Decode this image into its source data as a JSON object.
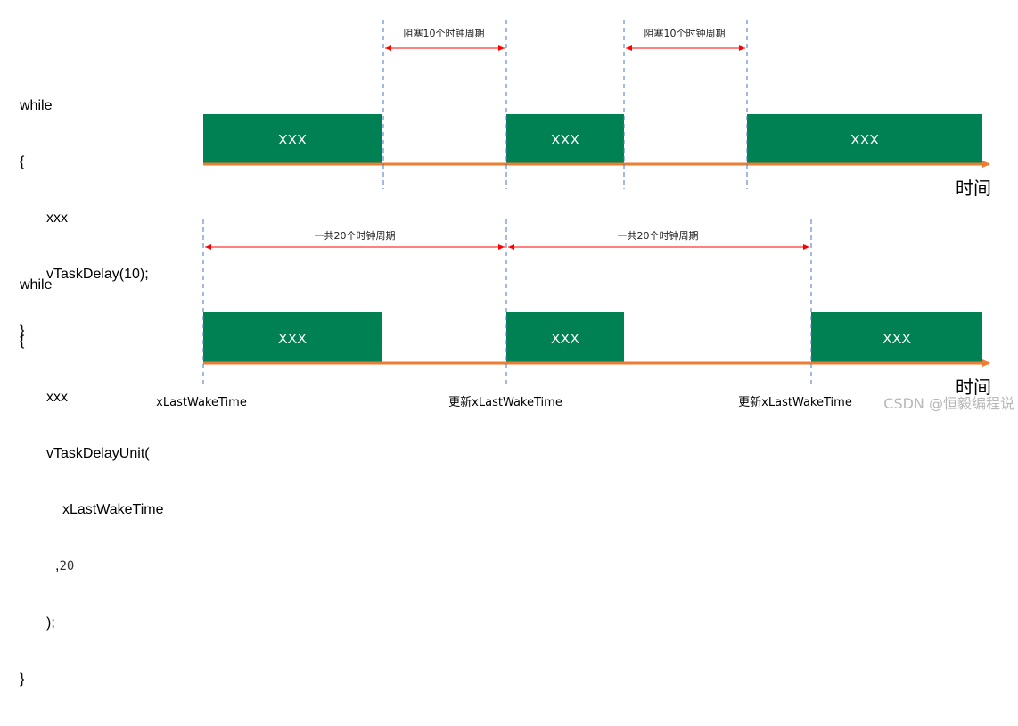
{
  "top_panel": {
    "code": {
      "line1": "while",
      "line2": "{",
      "line3": "xxx",
      "line4": "vTaskDelay(10);",
      "line5": "}"
    },
    "tasks": [
      "XXX",
      "XXX",
      "XXX"
    ],
    "intervals": [
      "阻塞10个时钟周期",
      "阻塞10个时钟周期"
    ],
    "axis_label": "时间"
  },
  "bottom_panel": {
    "code": {
      "line1": "while",
      "line2": "{",
      "line3": "xxx",
      "line4": "vTaskDelayUnit(",
      "line5": "xLastWakeTime",
      "line6_prefix": ",",
      "line6_value": "20",
      "line7": ");",
      "line8": "}"
    },
    "tasks": [
      "XXX",
      "XXX",
      "XXX"
    ],
    "intervals": [
      "一共20个时钟周期",
      "一共20个时钟周期"
    ],
    "time_labels": [
      "xLastWakeTime",
      "更新xLastWakeTime",
      "更新xLastWakeTime"
    ],
    "axis_label": "时间"
  },
  "watermark": "CSDN @恒毅编程说",
  "colors": {
    "task_block": "#008154",
    "timeline": "#ed7d31",
    "tick_line": "#4a73c4",
    "interval_arrow": "#ff0000"
  }
}
